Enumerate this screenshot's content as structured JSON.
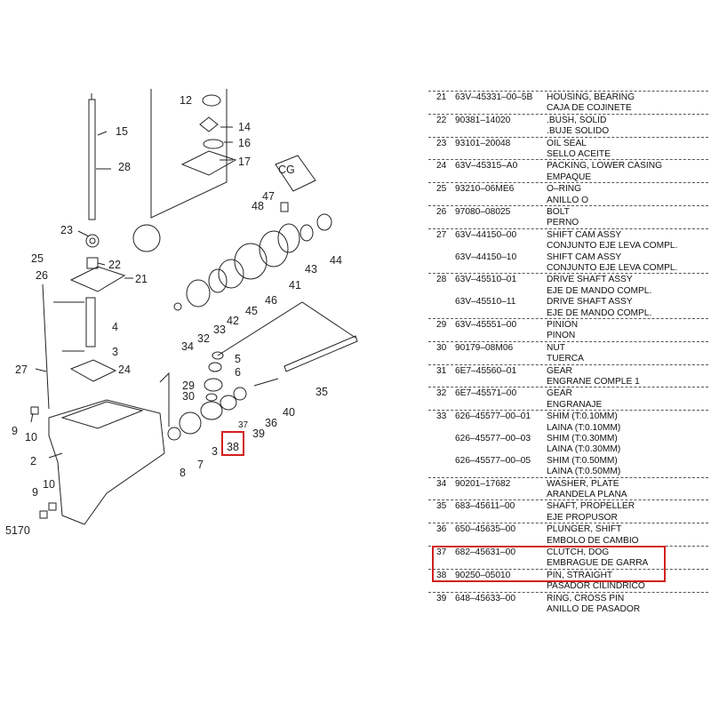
{
  "diagram": {
    "code": "5170",
    "highlight_color": "#d21f1f",
    "highlighted_callout": "38",
    "callouts": [
      "12",
      "14",
      "15",
      "16",
      "17",
      "28",
      "23",
      "22",
      "25",
      "26",
      "21",
      "4",
      "3",
      "24",
      "27",
      "9",
      "10",
      "2",
      "5",
      "6",
      "29",
      "30",
      "7",
      "8",
      "38",
      "39",
      "37",
      "36",
      "40",
      "35",
      "34",
      "32",
      "33",
      "42",
      "45",
      "46",
      "41",
      "43",
      "44",
      "47",
      "48",
      "9",
      "10"
    ]
  },
  "parts_table": {
    "highlighted_ref": "38",
    "rows": [
      {
        "ref": "21",
        "part_no": "63V–45331–00–5B",
        "desc": [
          "HOUSING, BEARING",
          "CAJA DE COJINETE"
        ]
      },
      {
        "ref": "22",
        "part_no": "90381–14020",
        "desc": [
          ".BUSH, SOLID",
          ".BUJE  SOLIDO"
        ]
      },
      {
        "ref": "23",
        "part_no": "93101–20048",
        "desc": [
          "OIL SEAL",
          "SELLO ACEITE"
        ]
      },
      {
        "ref": "24",
        "part_no": "63V–45315–A0",
        "desc": [
          "PACKING, LOWER CASING",
          "EMPAQUE"
        ]
      },
      {
        "ref": "25",
        "part_no": "93210–06ME6",
        "desc": [
          "O–RING",
          "ANILLO O"
        ]
      },
      {
        "ref": "26",
        "part_no": "97080–08025",
        "desc": [
          "BOLT",
          "PERNO"
        ]
      },
      {
        "ref": "27",
        "part_no": "63V–44150–00",
        "desc": [
          "SHIFT CAM ASSY",
          "CONJUNTO EJE LEVA COMPL."
        ]
      },
      {
        "ref": "",
        "part_no": "63V–44150–10",
        "desc": [
          "SHIFT CAM ASSY",
          "CONJUNTO EJE LEVA COMPL."
        ]
      },
      {
        "ref": "28",
        "part_no": "63V–45510–01",
        "desc": [
          "DRIVE SHAFT ASSY",
          "EJE DE MANDO COMPL."
        ]
      },
      {
        "ref": "",
        "part_no": "63V–45510–11",
        "desc": [
          "DRIVE SHAFT ASSY",
          "EJE DE MANDO COMPL."
        ]
      },
      {
        "ref": "29",
        "part_no": "63V–45551–00",
        "desc": [
          "PINION",
          "PINON"
        ]
      },
      {
        "ref": "30",
        "part_no": "90179–08M06",
        "desc": [
          "NUT",
          "TUERCA"
        ]
      },
      {
        "ref": "31",
        "part_no": "6E7–45560–01",
        "desc": [
          "GEAR",
          "ENGRANE COMPLE 1"
        ]
      },
      {
        "ref": "32",
        "part_no": "6E7–45571–00",
        "desc": [
          "GEAR",
          "ENGRANAJE"
        ]
      },
      {
        "ref": "33",
        "part_no": "626–45577–00–01",
        "desc": [
          "SHIM (T:0.10MM)",
          "LAINA (T:0.10MM)"
        ]
      },
      {
        "ref": "",
        "part_no": "626–45577–00–03",
        "desc": [
          "SHIM (T:0.30MM)",
          "LAINA (T:0.30MM)"
        ]
      },
      {
        "ref": "",
        "part_no": "626–45577–00–05",
        "desc": [
          "SHIM (T:0.50MM)",
          "LAINA (T:0.50MM)"
        ]
      },
      {
        "ref": "34",
        "part_no": "90201–17682",
        "desc": [
          "WASHER, PLATE",
          "ARANDELA PLANA"
        ]
      },
      {
        "ref": "35",
        "part_no": "683–45611–00",
        "desc": [
          "SHAFT, PROPELLER",
          "EJE PROPUSOR"
        ]
      },
      {
        "ref": "36",
        "part_no": "650–45635–00",
        "desc": [
          "PLUNGER, SHIFT",
          "EMBOLO DE CAMBIO"
        ]
      },
      {
        "ref": "37",
        "part_no": "682–45631–00",
        "desc": [
          "CLUTCH, DOG",
          "EMBRAGUE DE GARRA"
        ]
      },
      {
        "ref": "38",
        "part_no": "90250–05010",
        "desc": [
          "PIN, STRAIGHT",
          "PASADOR CILINDRICO"
        ]
      },
      {
        "ref": "39",
        "part_no": "648–45633–00",
        "desc": [
          "RING, CROSS PIN",
          "ANILLO DE PASADOR"
        ]
      }
    ]
  }
}
